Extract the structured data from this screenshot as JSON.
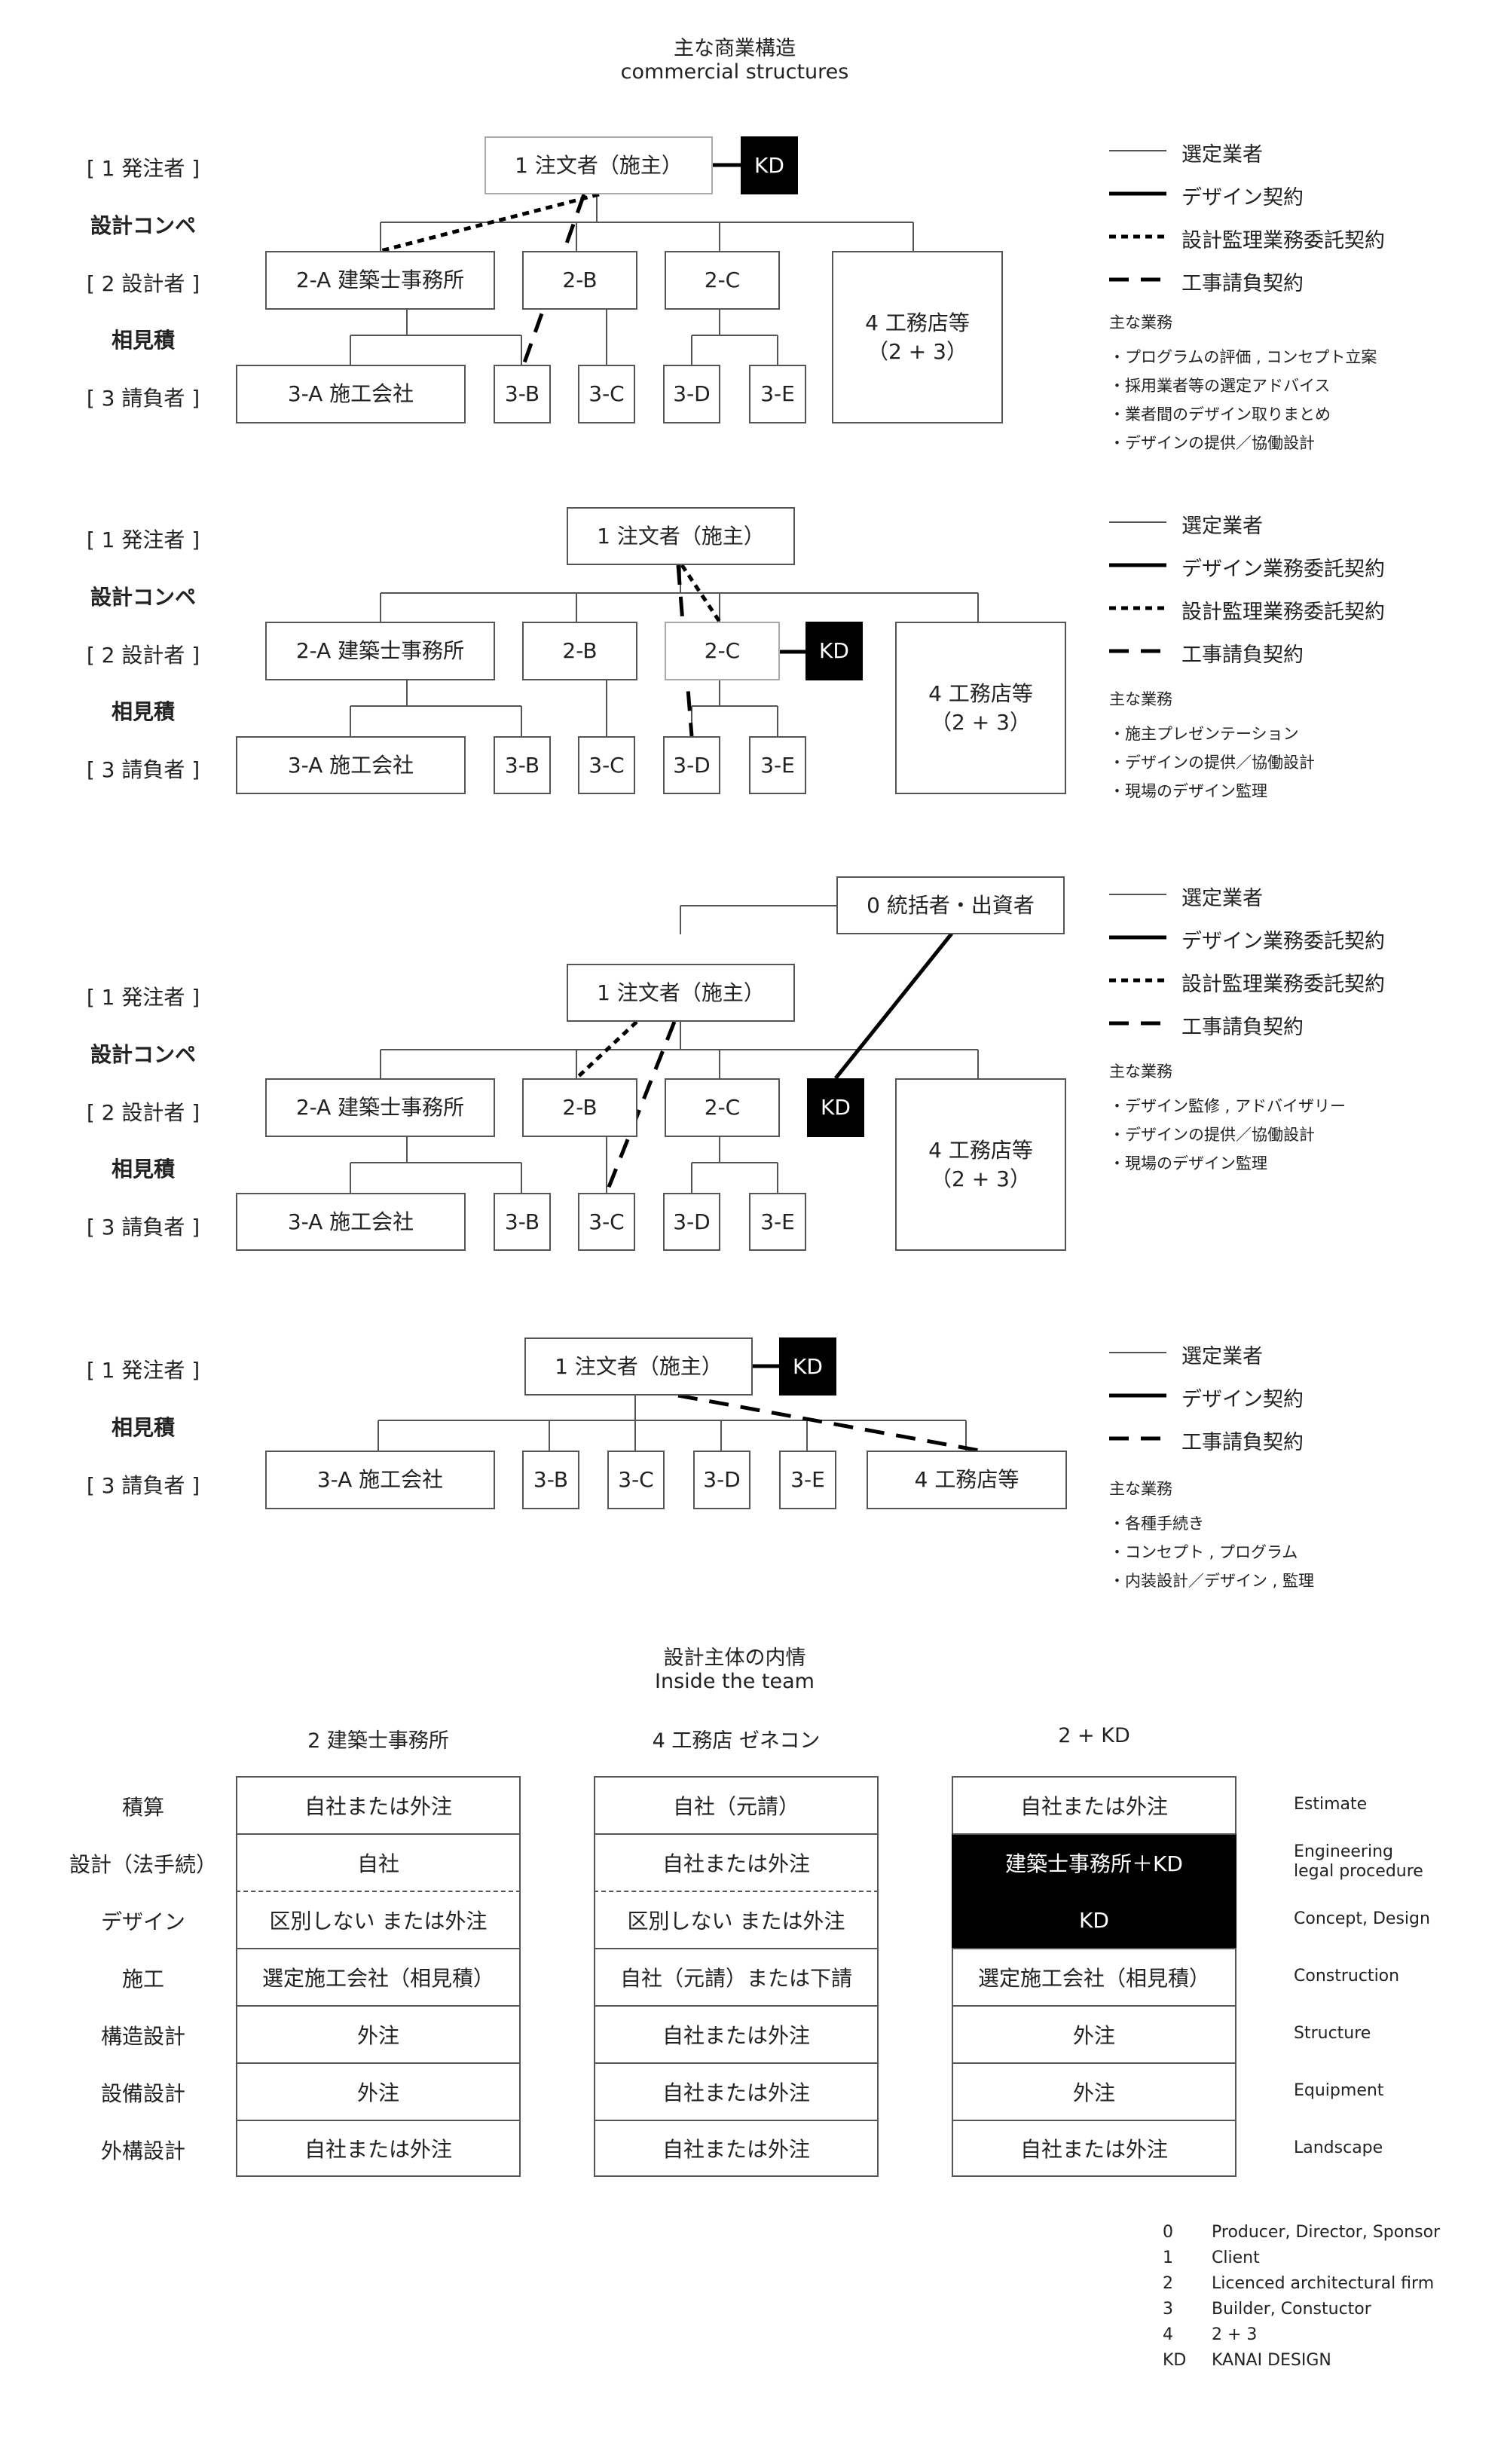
{
  "titles": {
    "main_jp": "主な商業構造",
    "main_en": "commercial structures",
    "team_jp": "設計主体の内情",
    "team_en": "Inside the team"
  },
  "row_labels": {
    "orderer": "[ 1 発注者 ]",
    "competition": "設計コンペ",
    "designer": "[ 2 設計者 ]",
    "estimate": "相見積",
    "contractor": "[ 3 請負者 ]"
  },
  "boxes": {
    "client": "1 注文者（施主）",
    "kd": "KD",
    "a2": "2-A 建築士事務所",
    "b2": "2-B",
    "c2": "2-C",
    "koumuten": "4 工務店等",
    "koumuten_sub": "（2 + 3）",
    "a3": "3-A 施工会社",
    "b3": "3-B",
    "c3": "3-C",
    "d3": "3-D",
    "e3": "3-E",
    "koumuten_single": "4 工務店等",
    "producer": "0 統括者・出資者"
  },
  "legend": {
    "selected": "選定業者",
    "design_contract": "デザイン契約",
    "design_service_contract": "デザイン業務委託契約",
    "supervision_contract": "設計監理業務委託契約",
    "construction_contract": "工事請負契約",
    "duties_title": "主な業務"
  },
  "duties": {
    "d1": [
      "・プログラムの評価 , コンセプト立案",
      "・採用業者等の選定アドバイス",
      "・業者間のデザイン取りまとめ",
      "・デザインの提供／協働設計"
    ],
    "d2": [
      "・施主プレゼンテーション",
      "・デザインの提供／協働設計",
      "・現場のデザイン監理"
    ],
    "d3": [
      "・デザイン監修 , アドバイザリー",
      "・デザインの提供／協働設計",
      "・現場のデザイン監理"
    ],
    "d4": [
      "・各種手続き",
      "・コンセプト , プログラム",
      "・内装設計／デザイン , 監理"
    ]
  },
  "team": {
    "columns": [
      "2 建築士事務所",
      "4 工務店 ゼネコン",
      "2 + KD"
    ],
    "rows": [
      {
        "jp": "積算",
        "en": "Estimate",
        "cells": [
          "自社または外注",
          "自社（元請）",
          "自社または外注"
        ]
      },
      {
        "jp": "設計（法手続）",
        "en": "Engineering\nlegal procedure",
        "cells": [
          "自社",
          "自社または外注",
          "建築士事務所＋KD"
        ]
      },
      {
        "jp": "デザイン",
        "en": "Concept, Design",
        "cells": [
          "区別しない または外注",
          "区別しない または外注",
          "KD"
        ]
      },
      {
        "jp": "施工",
        "en": "Construction",
        "cells": [
          "選定施工会社（相見積）",
          "自社（元請）または下請",
          "選定施工会社（相見積）"
        ]
      },
      {
        "jp": "構造設計",
        "en": "Structure",
        "cells": [
          "外注",
          "自社または外注",
          "外注"
        ]
      },
      {
        "jp": "設備設計",
        "en": "Equipment",
        "cells": [
          "外注",
          "自社または外注",
          "外注"
        ]
      },
      {
        "jp": "外構設計",
        "en": "Landscape",
        "cells": [
          "自社または外注",
          "自社または外注",
          "自社または外注"
        ]
      }
    ]
  },
  "key": [
    {
      "k": "0",
      "v": "Producer, Director, Sponsor"
    },
    {
      "k": "1",
      "v": "Client"
    },
    {
      "k": "2",
      "v": "Licenced architectural firm"
    },
    {
      "k": "3",
      "v": "Builder, Constuctor"
    },
    {
      "k": "4",
      "v": "2 + 3"
    },
    {
      "k": "KD",
      "v": "KANAI DESIGN"
    }
  ],
  "colors": {
    "line": "#000000",
    "box_border": "#555555",
    "dark": "#000000"
  }
}
